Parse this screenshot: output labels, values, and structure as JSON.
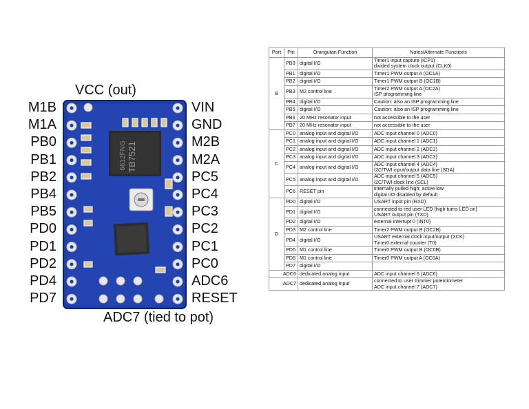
{
  "board": {
    "top_label": "VCC (out)",
    "bottom_label": "ADC7 (tied to pot)",
    "left_pins": [
      "M1B",
      "M1A",
      "PB0",
      "PB1",
      "PB2",
      "PB4",
      "PB5",
      "PD0",
      "PD1",
      "PD2",
      "PD4",
      "PD7"
    ],
    "right_pins": [
      "VIN",
      "GND",
      "M2B",
      "M2A",
      "PC5",
      "PC4",
      "PC3",
      "PC2",
      "PC1",
      "PC0",
      "ADC6",
      "RESET"
    ],
    "chip_marking": [
      "TB7521",
      "6612FNG"
    ],
    "colors": {
      "pcb": "#1f3fa8",
      "pcb_edge": "#0d2270",
      "pad": "#e7e7e7",
      "chip": "#2a2a2a"
    }
  },
  "table": {
    "headers": [
      "Port",
      "Pin",
      "Orangutan Function",
      "Notes/Alternate Functions"
    ],
    "groups": [
      {
        "port": "B",
        "rows": [
          {
            "pin": "PB0",
            "function": "digital I/O",
            "notes": "Timer1 input capture (ICP1)\ndivided system clock output (CLK0)"
          },
          {
            "pin": "PB1",
            "function": "digital I/O",
            "notes": "Timer1 PWM output A (OC1A)"
          },
          {
            "pin": "PB2",
            "function": "digital I/O",
            "notes": "Timer1 PWM output B (OC1B)"
          },
          {
            "pin": "PB3",
            "function": "M2 control line",
            "notes": "Timer2 PWM output A (OC2A)\nISP programming line"
          },
          {
            "pin": "PB4",
            "function": "digital I/O",
            "notes": "Caution: also an ISP programming line"
          },
          {
            "pin": "PB5",
            "function": "digital I/O",
            "notes": "Caution: also an ISP programming line"
          },
          {
            "pin": "PB6",
            "function": "20 MHz resonator input",
            "notes": "not accessible to the user"
          },
          {
            "pin": "PB7",
            "function": "20 MHz resonator input",
            "notes": "not accessible to the user"
          }
        ]
      },
      {
        "port": "C",
        "rows": [
          {
            "pin": "PC0",
            "function": "analog input and digital I/O",
            "notes": "ADC input channel 0 (ADC0)"
          },
          {
            "pin": "PC1",
            "function": "analog input and digital I/O",
            "notes": "ADC input channel 1 (ADC1)"
          },
          {
            "pin": "PC2",
            "function": "analog input and digital I/O",
            "notes": "ADC input channel 2 (ADC2)"
          },
          {
            "pin": "PC3",
            "function": "analog input and digital I/O",
            "notes": "ADC input channel 3 (ADC3)"
          },
          {
            "pin": "PC4",
            "function": "analog input and digital I/O",
            "notes": "ADC input channel 4 (ADC4)\nI2C/TWI input/output data line (SDA)"
          },
          {
            "pin": "PC5",
            "function": "analog input and digital I/O",
            "notes": "ADC input channel 5 (ADC5)\nI2C/TWI clock line (SCL)"
          },
          {
            "pin": "PC6",
            "function": "RESET pin",
            "notes": "internally pulled high; active low\ndigital I/O disabled by default"
          }
        ]
      },
      {
        "port": "D",
        "rows": [
          {
            "pin": "PD0",
            "function": "digital I/O",
            "notes": "USART input pin (RXD)"
          },
          {
            "pin": "PD1",
            "function": "digital I/O",
            "notes": "connected to red user LED (high turns LED on)\nUSART output pin (TXD)"
          },
          {
            "pin": "PD2",
            "function": "digital I/O",
            "notes": "external interrupt 0 (INT0)"
          },
          {
            "pin": "PD3",
            "function": "M2 control line",
            "notes": "Timer2 PWM output B (OC2B)"
          },
          {
            "pin": "PD4",
            "function": "digital I/O",
            "notes": "USART external clock input/output (XCK)\nTimer0 external counter (T0)"
          },
          {
            "pin": "PD5",
            "function": "M1 control line",
            "notes": "Timer0 PWM output B (OC0B)"
          },
          {
            "pin": "PD6",
            "function": "M1 control line",
            "notes": "Timer0 PWM output A (OC0A)"
          },
          {
            "pin": "PD7",
            "function": "digital I/O",
            "notes": ""
          }
        ]
      }
    ],
    "extra_rows": [
      {
        "pin": "ADC6",
        "function": "dedicated analog input",
        "notes": "ADC input channel 6 (ADC6)"
      },
      {
        "pin": "ADC7",
        "function": "dedicated analog input",
        "notes": "connected to user trimmer potentiometer\nADC input channel 7 (ADC7)"
      }
    ]
  }
}
